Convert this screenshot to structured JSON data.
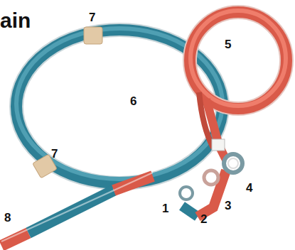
{
  "diagram": {
    "title": "ain",
    "labels": [
      "7",
      "5",
      "6",
      "7",
      "4",
      "1",
      "3",
      "2",
      "8"
    ]
  }
}
